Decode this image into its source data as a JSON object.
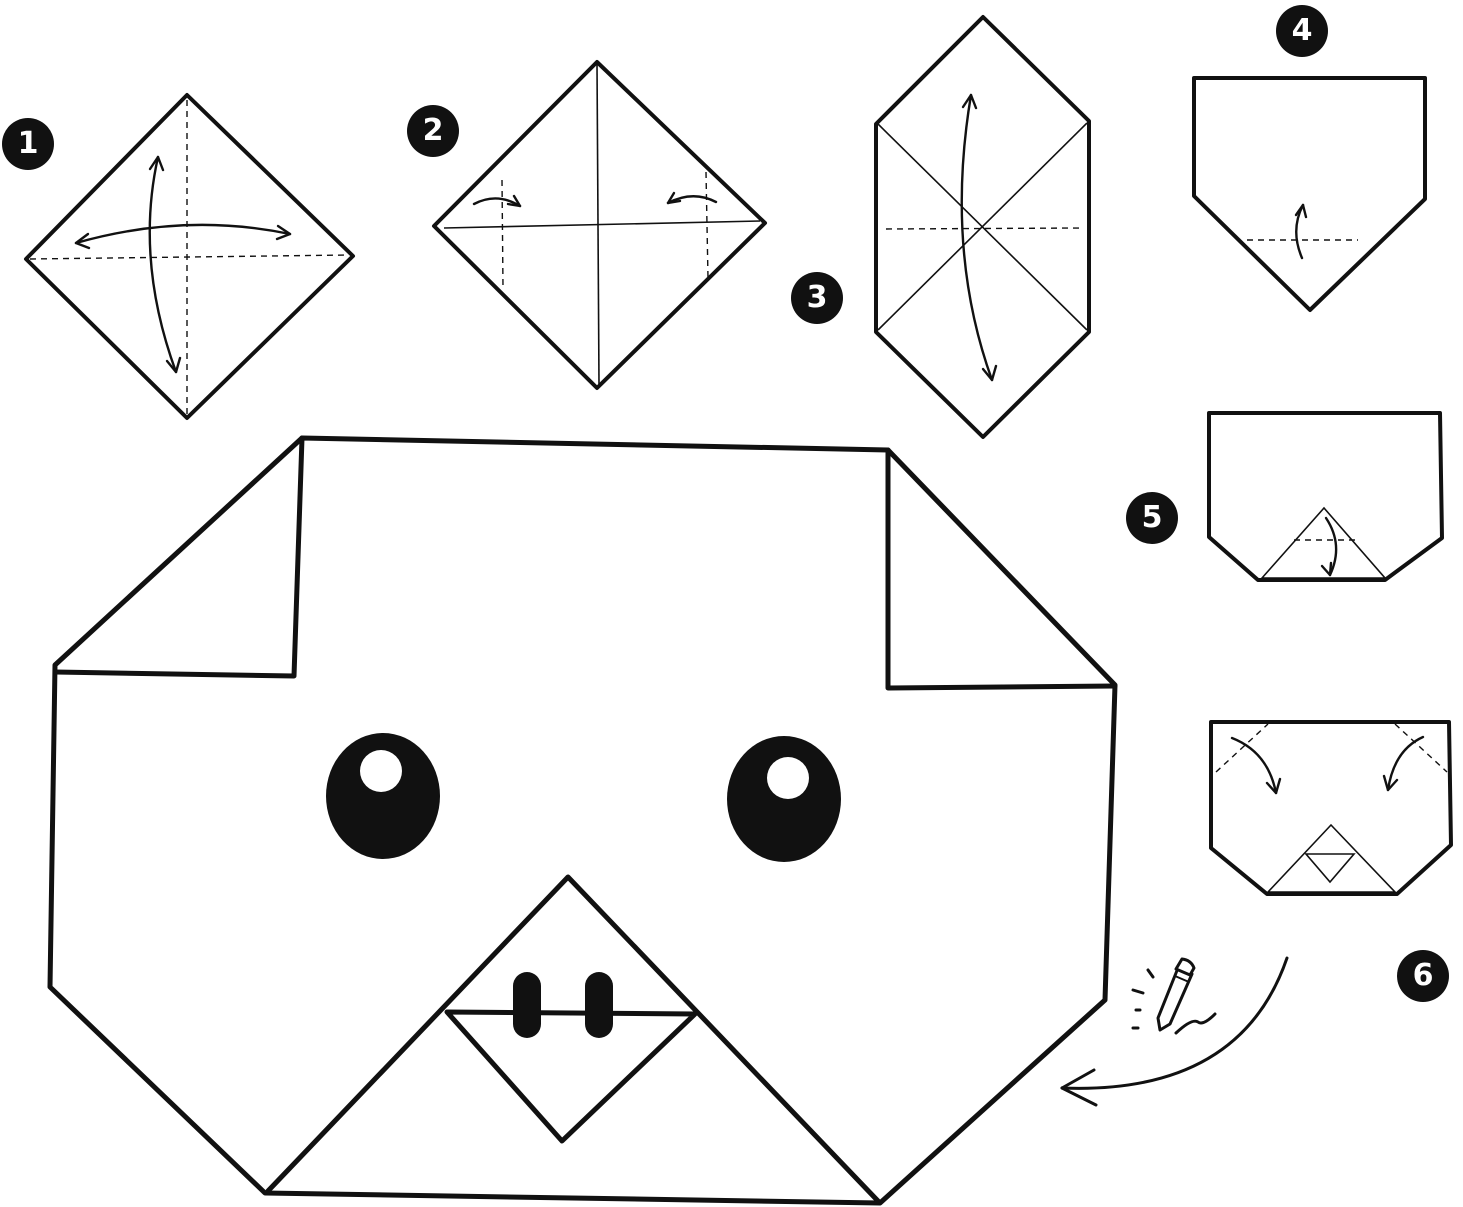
{
  "diagram": {
    "steps": [
      {
        "id": 1,
        "label": "1"
      },
      {
        "id": 2,
        "label": "2"
      },
      {
        "id": 3,
        "label": "3"
      },
      {
        "id": 4,
        "label": "4"
      },
      {
        "id": 5,
        "label": "5"
      },
      {
        "id": 6,
        "label": "6"
      }
    ],
    "colors": {
      "ink": "#111111",
      "paper": "#ffffff"
    },
    "icons": [
      "pencil-icon"
    ]
  }
}
